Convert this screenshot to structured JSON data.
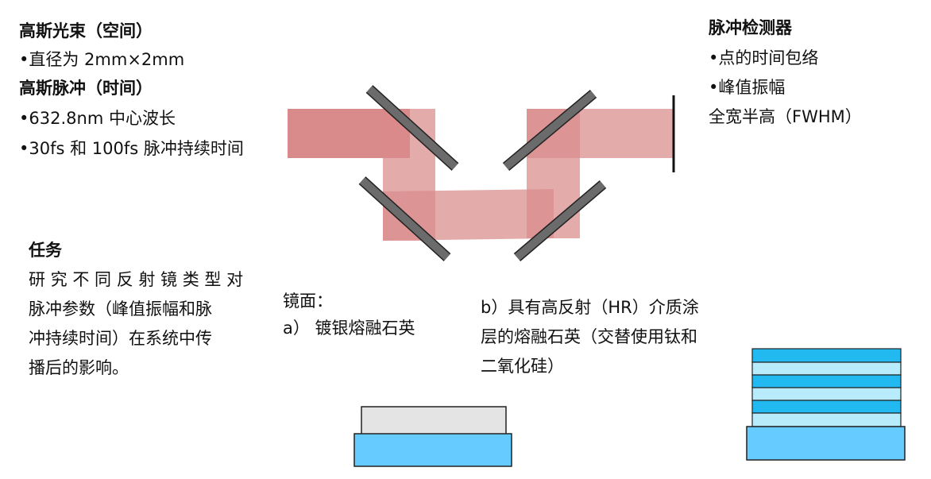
{
  "beam_info": {
    "spatial_title": "高斯光束（空间）",
    "spatial_item": "•直径为 2mm×2mm",
    "pulse_title": "高斯脉冲（时间）",
    "pulse_item1": "•632.8nm 中心波长",
    "pulse_item2": "•30fs 和 100fs 脉冲持续时间"
  },
  "detector": {
    "title": "脉冲检测器",
    "item1": "•点的时间包络",
    "item2": "•峰值振幅",
    "item3": "全宽半高（FWHM）"
  },
  "task": {
    "title": "任务",
    "line1": "研 究 不 同 反 射 镜 类 型 对",
    "line2": "脉冲参数（峰值振幅和脉",
    "line3": "冲持续时间）在系统中传",
    "line4": "播后的影响。"
  },
  "mirrors": {
    "heading": "镜面：",
    "a_label": "a） 镀银熔融石英",
    "b_line1": "b）具有高反射（HR）介质涂",
    "b_line2": "层的熔融石英（交替使用钛和",
    "b_line3": "二氧化硅）"
  },
  "colors": {
    "beam": "#d98a8a",
    "beam_overlap": "#c0484c",
    "mirror": "#6b6b6b",
    "substrate": "#66ccff",
    "silver": "#e4e4e4",
    "layer_dark": "#22b8f0",
    "layer_light": "#b8ecfb"
  }
}
